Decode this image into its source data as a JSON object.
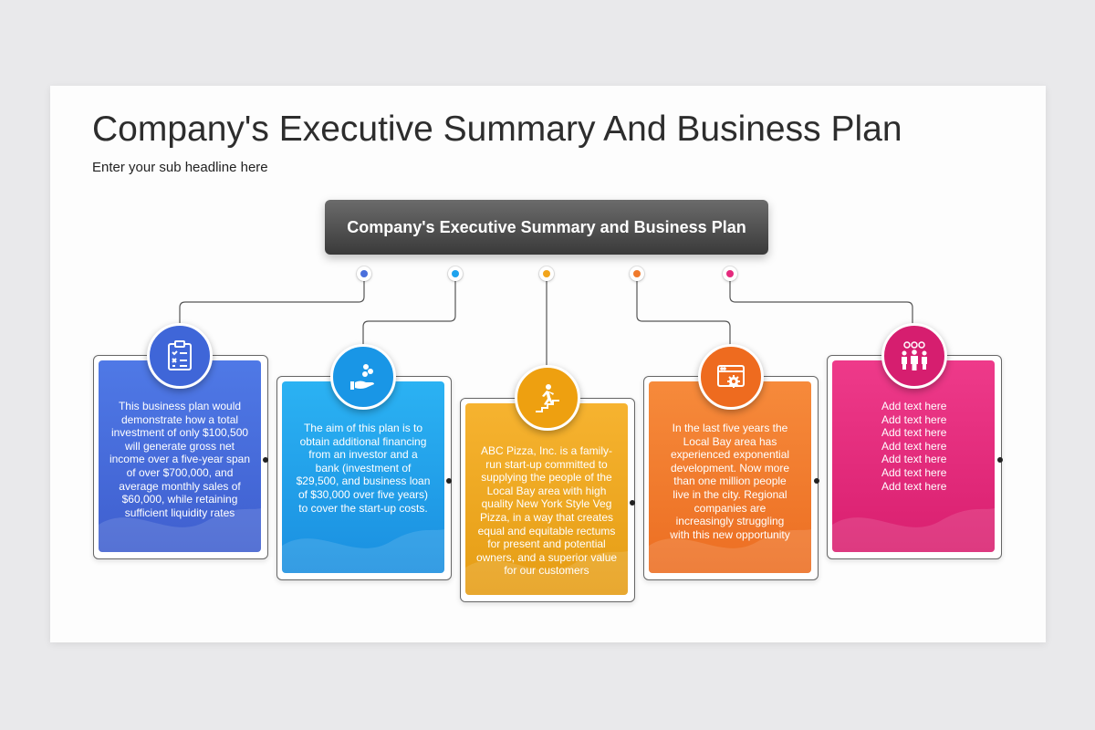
{
  "title": "Company's Executive Summary And Business Plan",
  "subtitle": "Enter your sub headline here",
  "header_bar": "Company's Executive Summary and Business Plan",
  "cards": [
    {
      "icon": "clipboard-checklist-icon",
      "color": "#4a6fdc",
      "lines": [
        "This business plan would",
        "demonstrate how a total",
        "investment of only $100,500",
        "will generate gross net",
        "income over a five-year span",
        "of over $700,000, and",
        "average monthly sales of",
        "$60,000, while retaining",
        "sufficient liquidity rates"
      ]
    },
    {
      "icon": "hand-coins-icon",
      "color": "#1ea3ee",
      "lines": [
        "The aim of this plan is to",
        "obtain additional financing",
        "from an investor and a",
        "bank (investment of",
        "$29,500, and business loan",
        "of $30,000 over five years)",
        "to cover the start-up costs."
      ]
    },
    {
      "icon": "climbing-stairs-icon",
      "color": "#f2a51c",
      "lines": [
        "ABC Pizza, Inc. is a family-",
        "run start-up committed to",
        "supplying the people of the",
        "Local Bay area with high",
        "quality New York Style Veg",
        "Pizza, in a way that creates",
        "equal and equitable rectums",
        "for present and potential",
        "owners, and a superior value",
        "for our customers"
      ]
    },
    {
      "icon": "web-settings-icon",
      "color": "#f07a2c",
      "lines": [
        "In the last five years the",
        "Local Bay area has",
        "experienced exponential",
        "development. Now more",
        "than one million people",
        "live in the city. Regional",
        "companies are",
        "increasingly struggling",
        "with this new opportunity"
      ]
    },
    {
      "icon": "team-settings-icon",
      "color": "#e52a7d",
      "lines": [
        "Add text here",
        "Add text here",
        "Add text here",
        "Add text here",
        "Add text here",
        "Add text here",
        "Add text here"
      ]
    }
  ]
}
